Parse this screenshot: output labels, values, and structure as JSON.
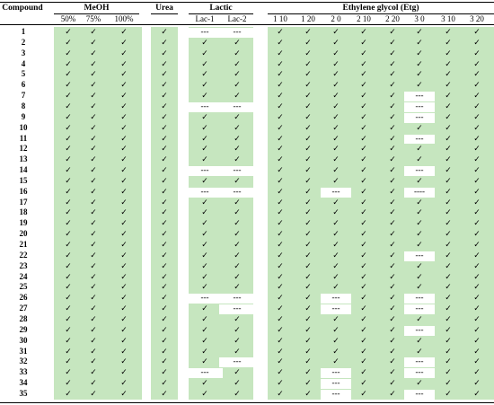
{
  "header": {
    "compound": "Compound",
    "groups": {
      "meoh": "MeOH",
      "urea": "Urea",
      "lactic": "Lactic",
      "etg": "Ethylene glycol (Etg)"
    },
    "subcolumns": [
      "50%",
      "75%",
      "100%",
      "",
      "Lac-1",
      "Lac-2",
      "1 10",
      "1 20",
      "2 0",
      "2 10",
      "2 20",
      "3 0",
      "3 10",
      "3 20"
    ]
  },
  "colors": {
    "green": "#c6e6bf",
    "white": "#ffffff"
  },
  "symbols": {
    "check": "✓"
  },
  "rows": [
    {
      "id": "1",
      "cells": [
        "✓",
        "✓",
        "✓",
        "✓",
        "---",
        "---",
        "✓",
        "✓",
        "✓",
        "✓",
        "✓",
        "✓",
        "✓",
        "✓"
      ]
    },
    {
      "id": "2",
      "cells": [
        "✓",
        "✓",
        "✓",
        "✓",
        "✓",
        "✓",
        "✓",
        "✓",
        "✓",
        "✓",
        "✓",
        "✓",
        "✓",
        "✓"
      ]
    },
    {
      "id": "3",
      "cells": [
        "✓",
        "✓",
        "✓",
        "✓",
        "✓",
        "✓",
        "✓",
        "✓",
        "✓",
        "✓",
        "✓",
        "✓",
        "✓",
        "✓"
      ]
    },
    {
      "id": "4",
      "cells": [
        "✓",
        "✓",
        "✓",
        "✓",
        "✓",
        "✓",
        "✓",
        "✓",
        "✓",
        "✓",
        "✓",
        "✓",
        "✓",
        "✓"
      ]
    },
    {
      "id": "5",
      "cells": [
        "✓",
        "✓",
        "✓",
        "✓",
        "✓",
        "✓",
        "✓",
        "✓",
        "✓",
        "✓",
        "✓",
        "✓",
        "✓",
        "✓"
      ]
    },
    {
      "id": "6",
      "cells": [
        "✓",
        "✓",
        "✓",
        "✓",
        "✓",
        "✓",
        "✓",
        "✓",
        "✓",
        "✓",
        "✓",
        "✓",
        "✓",
        "✓"
      ]
    },
    {
      "id": "7",
      "cells": [
        "✓",
        "✓",
        "✓",
        "✓",
        "✓",
        "✓",
        "✓",
        "✓",
        "✓",
        "✓",
        "✓",
        "---",
        "✓",
        "✓"
      ]
    },
    {
      "id": "8",
      "cells": [
        "✓",
        "✓",
        "✓",
        "✓",
        "---",
        "---",
        "✓",
        "✓",
        "✓",
        "✓",
        "✓",
        "---",
        "✓",
        "✓"
      ]
    },
    {
      "id": "9",
      "cells": [
        "✓",
        "✓",
        "✓",
        "✓",
        "✓",
        "✓",
        "✓",
        "✓",
        "✓",
        "✓",
        "✓",
        "---",
        "✓",
        "✓"
      ]
    },
    {
      "id": "10",
      "cells": [
        "✓",
        "✓",
        "✓",
        "✓",
        "✓",
        "✓",
        "✓",
        "✓",
        "✓",
        "✓",
        "✓",
        "✓",
        "✓",
        "✓"
      ]
    },
    {
      "id": "11",
      "cells": [
        "✓",
        "✓",
        "✓",
        "✓",
        "✓",
        "✓",
        "✓",
        "✓",
        "✓",
        "✓",
        "✓",
        "---",
        "✓",
        "✓"
      ]
    },
    {
      "id": "12",
      "cells": [
        "✓",
        "✓",
        "✓",
        "✓",
        "✓",
        "✓",
        "✓",
        "✓",
        "✓",
        "✓",
        "✓",
        "✓",
        "✓",
        "✓"
      ]
    },
    {
      "id": "13",
      "cells": [
        "✓",
        "✓",
        "✓",
        "✓",
        "✓",
        "✓",
        "✓",
        "✓",
        "✓",
        "✓",
        "✓",
        "✓",
        "✓",
        "✓"
      ]
    },
    {
      "id": "14",
      "cells": [
        "✓",
        "✓",
        "✓",
        "✓",
        "---",
        "---",
        "✓",
        "✓",
        "✓",
        "✓",
        "✓",
        "---",
        "✓",
        "✓"
      ]
    },
    {
      "id": "15",
      "cells": [
        "✓",
        "✓",
        "✓",
        "✓",
        "✓",
        "✓",
        "✓",
        "✓",
        "✓",
        "✓",
        "✓",
        "✓",
        "✓",
        "✓"
      ]
    },
    {
      "id": "16",
      "cells": [
        "✓",
        "✓",
        "✓",
        "✓",
        "---",
        "---",
        "✓",
        "✓",
        "---",
        "✓",
        "✓",
        "----",
        "✓",
        "✓"
      ]
    },
    {
      "id": "17",
      "cells": [
        "✓",
        "✓",
        "✓",
        "✓",
        "✓",
        "✓",
        "✓",
        "✓",
        "✓",
        "✓",
        "✓",
        "✓",
        "✓",
        "✓"
      ]
    },
    {
      "id": "18",
      "cells": [
        "✓",
        "✓",
        "✓",
        "✓",
        "✓",
        "✓",
        "✓",
        "✓",
        "✓",
        "✓",
        "✓",
        "✓",
        "✓",
        "✓"
      ]
    },
    {
      "id": "19",
      "cells": [
        "✓",
        "✓",
        "✓",
        "✓",
        "✓",
        "✓",
        "✓",
        "✓",
        "✓",
        "✓",
        "✓",
        "✓",
        "✓",
        "✓"
      ]
    },
    {
      "id": "20",
      "cells": [
        "✓",
        "✓",
        "✓",
        "✓",
        "✓",
        "✓",
        "✓",
        "✓",
        "✓",
        "✓",
        "✓",
        "✓",
        "✓",
        "✓"
      ]
    },
    {
      "id": "21",
      "cells": [
        "✓",
        "✓",
        "✓",
        "✓",
        "✓",
        "✓",
        "✓",
        "✓",
        "✓",
        "✓",
        "✓",
        "✓",
        "✓",
        "✓"
      ]
    },
    {
      "id": "22",
      "cells": [
        "✓",
        "✓",
        "✓",
        "✓",
        "✓",
        "✓",
        "✓",
        "✓",
        "✓",
        "✓",
        "✓",
        "---",
        "✓",
        "✓"
      ]
    },
    {
      "id": "23",
      "cells": [
        "✓",
        "✓",
        "✓",
        "✓",
        "✓",
        "✓",
        "✓",
        "✓",
        "✓",
        "✓",
        "✓",
        "✓",
        "✓",
        "✓"
      ]
    },
    {
      "id": "24",
      "cells": [
        "✓",
        "✓",
        "✓",
        "✓",
        "✓",
        "✓",
        "✓",
        "✓",
        "✓",
        "✓",
        "✓",
        "✓",
        "✓",
        "✓"
      ]
    },
    {
      "id": "25",
      "cells": [
        "✓",
        "✓",
        "✓",
        "✓",
        "✓",
        "✓",
        "✓",
        "✓",
        "✓",
        "✓",
        "✓",
        "✓",
        "✓",
        "✓"
      ]
    },
    {
      "id": "26",
      "cells": [
        "✓",
        "✓",
        "✓",
        "✓",
        "---",
        "---",
        "✓",
        "✓",
        "---",
        "✓",
        "✓",
        "---",
        "✓",
        "✓"
      ]
    },
    {
      "id": "27",
      "cells": [
        "✓",
        "✓",
        "✓",
        "✓",
        "✓",
        "---",
        "✓",
        "✓",
        "---",
        "✓",
        "✓",
        "---",
        "✓",
        "✓"
      ]
    },
    {
      "id": "28",
      "cells": [
        "✓",
        "✓",
        "✓",
        "✓",
        "✓",
        "✓",
        "✓",
        "✓",
        "✓",
        "✓",
        "✓",
        "✓",
        "✓",
        "✓"
      ]
    },
    {
      "id": "29",
      "cells": [
        "✓",
        "✓",
        "✓",
        "✓",
        "✓",
        "✓",
        "✓",
        "✓",
        "✓",
        "✓",
        "✓",
        "---",
        "✓",
        "✓"
      ]
    },
    {
      "id": "30",
      "cells": [
        "✓",
        "✓",
        "✓",
        "✓",
        "✓",
        "✓",
        "✓",
        "✓",
        "✓",
        "✓",
        "✓",
        "✓",
        "✓",
        "✓"
      ]
    },
    {
      "id": "31",
      "cells": [
        "✓",
        "✓",
        "✓",
        "✓",
        "✓",
        "✓",
        "✓",
        "✓",
        "✓",
        "✓",
        "✓",
        "✓",
        "✓",
        "✓"
      ]
    },
    {
      "id": "32",
      "cells": [
        "✓",
        "✓",
        "✓",
        "✓",
        "✓",
        "---",
        "✓",
        "✓",
        "✓",
        "✓",
        "✓",
        "---",
        "✓",
        "✓"
      ]
    },
    {
      "id": "33",
      "cells": [
        "✓",
        "✓",
        "✓",
        "✓",
        "---",
        "✓",
        "✓",
        "✓",
        "---",
        "✓",
        "✓",
        "---",
        "✓",
        "✓"
      ]
    },
    {
      "id": "34",
      "cells": [
        "✓",
        "✓",
        "✓",
        "✓",
        "✓",
        "✓",
        "✓",
        "✓",
        "---",
        "✓",
        "✓",
        "✓",
        "✓",
        "✓"
      ]
    },
    {
      "id": "35",
      "cells": [
        "✓",
        "✓",
        "✓",
        "✓",
        "✓",
        "✓",
        "✓",
        "✓",
        "---",
        "✓",
        "✓",
        "---",
        "✓",
        "✓"
      ]
    }
  ]
}
